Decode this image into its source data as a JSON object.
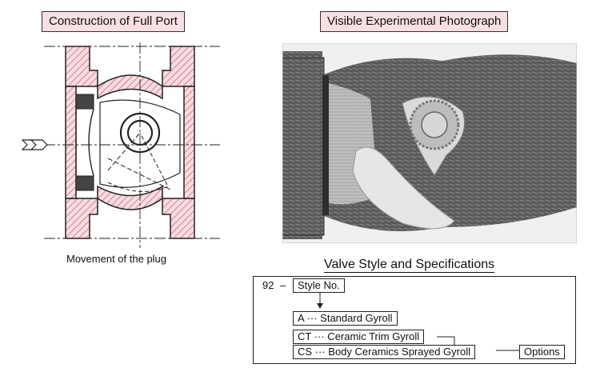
{
  "headings": {
    "left": "Construction of Full Port",
    "right": "Visible Experimental Photograph"
  },
  "left_caption": "Movement of the plug",
  "specs": {
    "title": "Valve Style and Specifications",
    "prefix": "92",
    "dash": "–",
    "style_no": "Style No.",
    "items": [
      "A ··· Standard Gyroll",
      "CT ··· Ceramic Trim Gyroll",
      "CS ··· Body Ceramics Sprayed Gyroll"
    ],
    "options": "Options"
  },
  "colors": {
    "heading_bg": "#f7dfe3",
    "hatch": "#d9637a",
    "body_fill": "#f3d4da"
  }
}
